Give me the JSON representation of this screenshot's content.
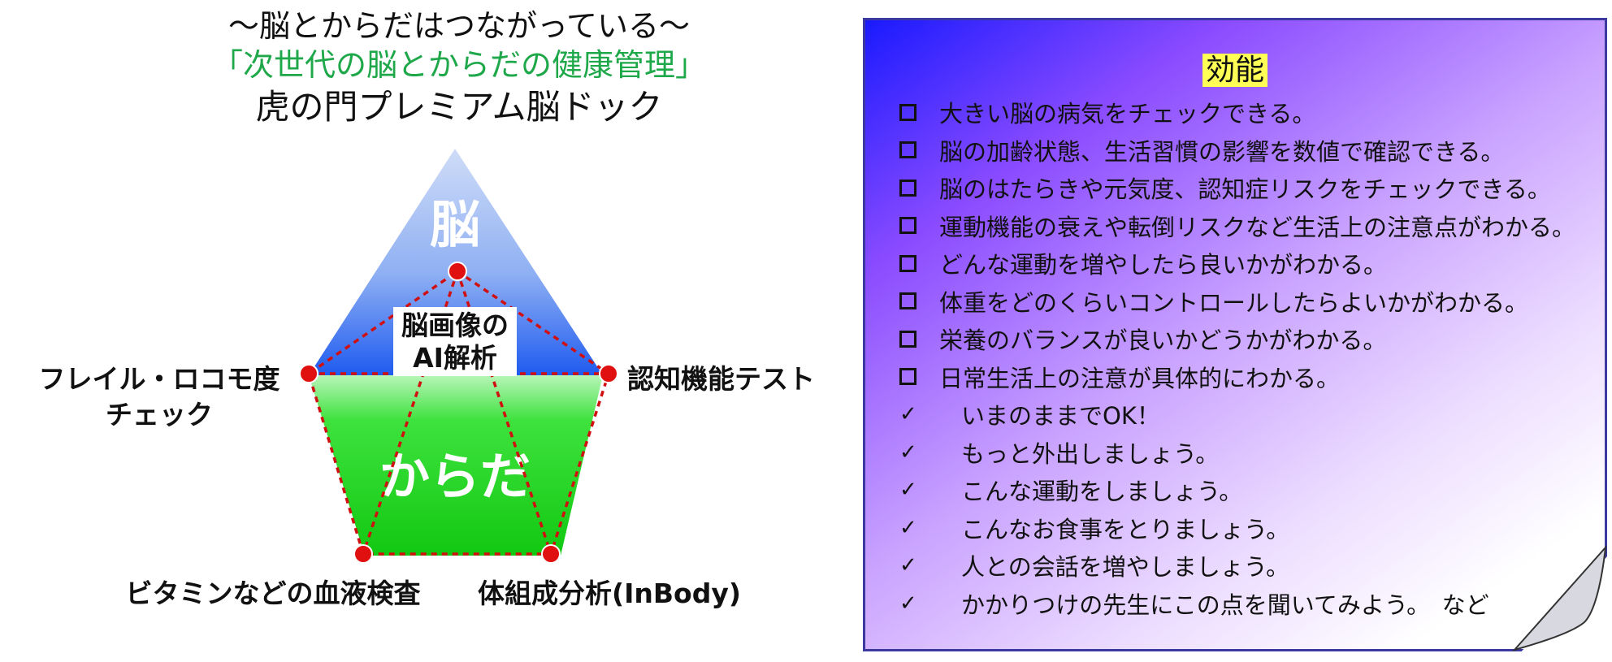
{
  "titles": {
    "line1": "～脳とからだはつながっている～",
    "line2": "「次世代の脳とからだの健康管理」",
    "line3": "虎の門プレミアム脳ドック"
  },
  "diagram": {
    "brain_label": "脳",
    "body_label": "からだ",
    "center_label_line1": "脳画像の",
    "center_label_line2": "AI解析",
    "left_label_line1": "フレイル・ロコモ度",
    "left_label_line2": "チェック",
    "right_label": "認知機能テスト",
    "bottom_left_label": "ビタミンなどの血液検査",
    "bottom_right_label": "体組成分析(InBody)",
    "colors": {
      "brain": "#2a66f0",
      "body": "#1fd41f",
      "dots": "#e01010",
      "dash": "#d01010"
    }
  },
  "panel": {
    "title": "効能",
    "items": [
      {
        "mark": "box",
        "text": "大きい脳の病気をチェックできる。"
      },
      {
        "mark": "box",
        "text": "脳の加齢状態、生活習慣の影響を数値で確認できる。"
      },
      {
        "mark": "box",
        "text": "脳のはたらきや元気度、認知症リスクをチェックできる。"
      },
      {
        "mark": "box",
        "text": "運動機能の衰えや転倒リスクなど生活上の注意点がわかる。"
      },
      {
        "mark": "box",
        "text": "どんな運動を増やしたら良いかがわかる。"
      },
      {
        "mark": "box",
        "text": "体重をどのくらいコントロールしたらよいかがわかる。"
      },
      {
        "mark": "box",
        "text": "栄養のバランスが良いかどうかがわかる。"
      },
      {
        "mark": "box",
        "text": "日常生活上の注意が具体的にわかる。"
      },
      {
        "mark": "check",
        "text": "いまのままでOK！"
      },
      {
        "mark": "check",
        "text": "もっと外出しましょう。"
      },
      {
        "mark": "check",
        "text": "こんな運動をしましょう。"
      },
      {
        "mark": "check",
        "text": "こんなお食事をとりましょう。"
      },
      {
        "mark": "check",
        "text": "人との会話を増やしましょう。"
      },
      {
        "mark": "check",
        "text": "かかりつけの先生にこの点を聞いてみよう。　など"
      }
    ],
    "check_glyph": "✓"
  }
}
